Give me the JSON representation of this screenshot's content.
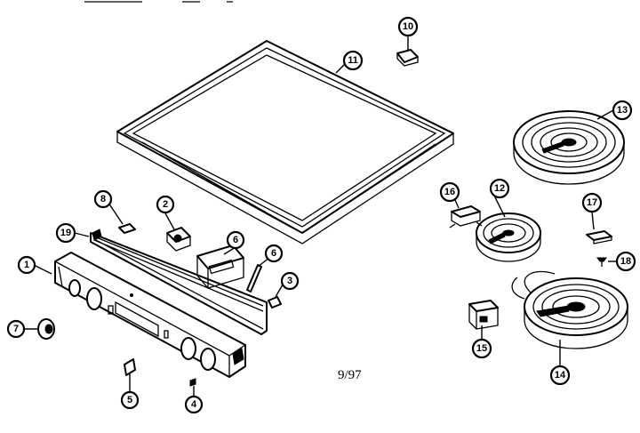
{
  "date_code": "9/97",
  "callouts": [
    {
      "id": "callout-1",
      "label": "1"
    },
    {
      "id": "callout-2",
      "label": "2"
    },
    {
      "id": "callout-3",
      "label": "3"
    },
    {
      "id": "callout-4",
      "label": "4"
    },
    {
      "id": "callout-5",
      "label": "5"
    },
    {
      "id": "callout-6a",
      "label": "6"
    },
    {
      "id": "callout-6b",
      "label": "6"
    },
    {
      "id": "callout-7",
      "label": "7"
    },
    {
      "id": "callout-8",
      "label": "8"
    },
    {
      "id": "callout-10",
      "label": "10"
    },
    {
      "id": "callout-11",
      "label": "11"
    },
    {
      "id": "callout-12",
      "label": "12"
    },
    {
      "id": "callout-13",
      "label": "13"
    },
    {
      "id": "callout-14",
      "label": "14"
    },
    {
      "id": "callout-15",
      "label": "15"
    },
    {
      "id": "callout-16",
      "label": "16"
    },
    {
      "id": "callout-17",
      "label": "17"
    },
    {
      "id": "callout-18",
      "label": "18"
    },
    {
      "id": "callout-19",
      "label": "19"
    }
  ]
}
